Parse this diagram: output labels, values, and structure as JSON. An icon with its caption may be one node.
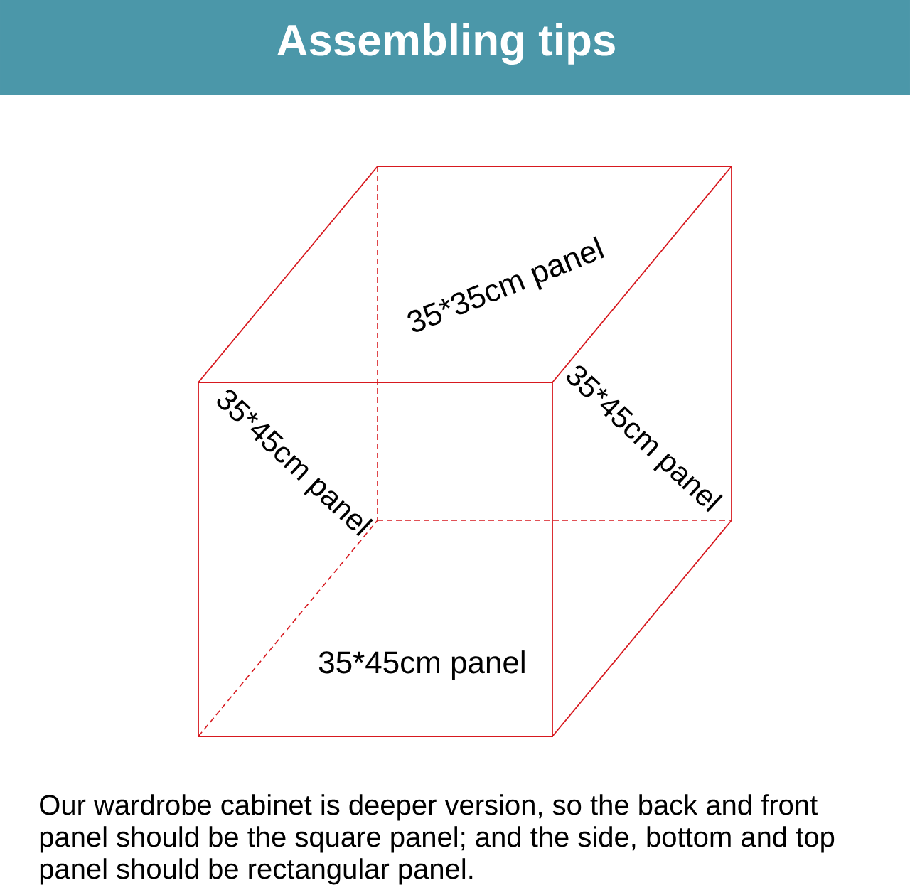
{
  "diagram": {
    "title": "Assembling tips",
    "labels": [
      "35*35cm panel",
      "35*45cm panel",
      "35*45cm panel",
      "35*45cm panel"
    ],
    "caption": "Our wardrobe cabinet is deeper version, so the back and front panel should be the square panel; and the side, bottom and top panel should be rectangular panel."
  }
}
